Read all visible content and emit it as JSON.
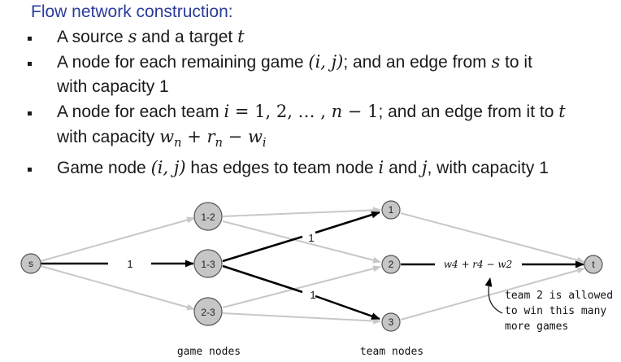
{
  "title": "Flow network construction:",
  "bullets": {
    "b1": {
      "text": "A source ",
      "s": "s",
      "mid": " and a target ",
      "t": "t"
    },
    "b2": {
      "text1": "A node for each remaining game ",
      "math": "(i, j)",
      "text2": "; and an edge from ",
      "s": "s",
      "text3": " to it",
      "line2": "with capacity 1"
    },
    "b3": {
      "text1": "A node for each team ",
      "i": "i",
      "eq": " = 1, 2, … , ",
      "n": "n",
      "minus1": " − 1",
      "text2": "; and an edge from it to ",
      "t": "t",
      "line2a": "with capacity ",
      "w": "w",
      "wsub": "n",
      "plus": " + ",
      "r": "r",
      "rsub": "n",
      "minus": " − ",
      "w2": "w",
      "w2sub": "i"
    },
    "b4": {
      "text1": "Game node ",
      "math": "(i, j)",
      "text2": " has edges to team node ",
      "i": "i",
      "text3": " and ",
      "j": "j",
      "text4": ", with capacity 1"
    }
  },
  "diagram": {
    "nodes": {
      "source": "s",
      "target": "t",
      "games": [
        "1-2",
        "1-3",
        "2-3"
      ],
      "teams": [
        "1",
        "2",
        "3"
      ]
    },
    "edge_labels": {
      "s_to_game": "1",
      "game_to_team_a": "1",
      "game_to_team_b": "1",
      "team_to_t": "w4 + r4 − w2"
    },
    "annotation": [
      "team 2 is allowed",
      "to win this many",
      "more games"
    ],
    "labels": {
      "game_nodes": "game nodes",
      "team_nodes": "team nodes"
    },
    "colors": {
      "node_fill": "#c6c6c6",
      "light_edge": "#c8c8c8",
      "dark_edge": "#000000",
      "title": "#2b3c9a"
    }
  }
}
